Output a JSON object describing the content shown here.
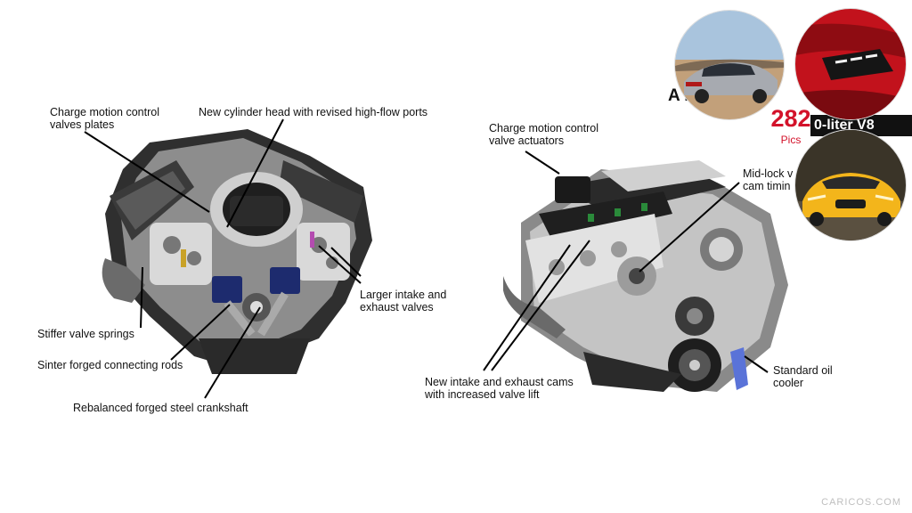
{
  "left_engine_labels": {
    "charge_motion_plates": "Charge motion control\nvalves  plates",
    "cylinder_head": "New cylinder head with revised high-flow ports",
    "larger_valves": "Larger intake and\nexhaust valves",
    "valve_springs": "Stiffer valve springs",
    "connecting_rods": "Sinter forged connecting rods",
    "crankshaft": "Rebalanced forged steel crankshaft"
  },
  "right_engine_labels": {
    "actuators": "Charge motion control\nvalve actuators",
    "mid_lock": "Mid-lock v\ncam timin",
    "cams": "New intake and exhaust cams\nwith increased valve lift",
    "oil_cooler": "Standard oil\ncooler"
  },
  "gallery_overlay": {
    "headline_fragment": "A            rd",
    "v8_fragment": "0-liter V8",
    "pics_count": "282",
    "pics_label": "Pics"
  },
  "watermark": "CARICOS.COM",
  "colors": {
    "pics_red": "#d3122a",
    "label_text": "#111111",
    "engine_dark": "#2a2a2a",
    "engine_metal": "#b8b8b8",
    "silver_car": "#a7aab0",
    "red_car": "#c2121c",
    "yellow_car": "#f3b51b"
  },
  "icons": {
    "left_engine": "v8-engine-cutaway-image",
    "right_engine": "v8-engine-side-image",
    "silver_car_thumb": "silver-mustang-rear-photo",
    "red_car_thumb": "red-mustang-headlight-photo",
    "yellow_car_thumb": "yellow-mustang-front-photo"
  }
}
